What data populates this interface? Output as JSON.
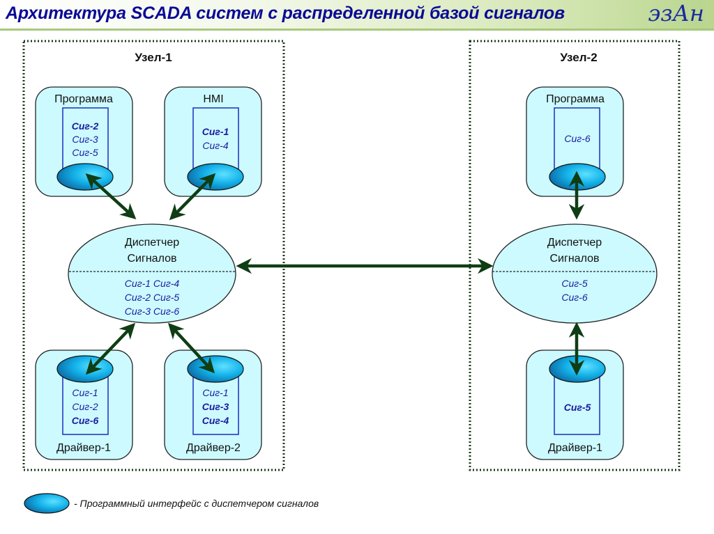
{
  "header": {
    "title": "Архитектура SCADA систем с распределенной базой сигналов",
    "logo": "эзАн"
  },
  "colors": {
    "title": "#0a0a96",
    "box_fill": "#ccfaff",
    "signal_text": "#1a1aa0",
    "arrow": "#0f3d14",
    "api_ellipse": "#18a6e0"
  },
  "nodes": [
    {
      "title": "Узел-1",
      "components": [
        {
          "label": "Программа",
          "signals": [
            {
              "name": "Сиг-2",
              "bold": true
            },
            {
              "name": "Сиг-3",
              "bold": false
            },
            {
              "name": "Сиг-5",
              "bold": false
            }
          ]
        },
        {
          "label": "HMI",
          "signals": [
            {
              "name": "Сиг-1",
              "bold": true
            },
            {
              "name": "Сиг-4",
              "bold": false
            }
          ]
        },
        {
          "label": "Драйвер-1",
          "signals": [
            {
              "name": "Сиг-1",
              "bold": false
            },
            {
              "name": "Сиг-2",
              "bold": false
            },
            {
              "name": "Сиг-6",
              "bold": true
            }
          ]
        },
        {
          "label": "Драйвер-2",
          "signals": [
            {
              "name": "Сиг-1",
              "bold": false
            },
            {
              "name": "Сиг-3",
              "bold": true
            },
            {
              "name": "Сиг-4",
              "bold": true
            }
          ]
        }
      ],
      "dispatcher": {
        "title_line1": "Диспетчер",
        "title_line2": "Сигналов",
        "signal_lines": [
          "Сиг-1 Сиг-4",
          "Сиг-2 Сиг-5",
          "Сиг-3 Сиг-6"
        ]
      }
    },
    {
      "title": "Узел-2",
      "components": [
        {
          "label": "Программа",
          "signals": [
            {
              "name": "Сиг-6",
              "bold": false
            }
          ]
        },
        {
          "label": "Драйвер-1",
          "signals": [
            {
              "name": "Сиг-5",
              "bold": true
            }
          ]
        }
      ],
      "dispatcher": {
        "title_line1": "Диспетчер",
        "title_line2": "Сигналов",
        "signal_lines": [
          "Сиг-5",
          "Сиг-6"
        ]
      }
    }
  ],
  "legend": {
    "icon": "api-ellipse-icon",
    "text": "- Программный интерфейс с диспетчером сигналов"
  }
}
